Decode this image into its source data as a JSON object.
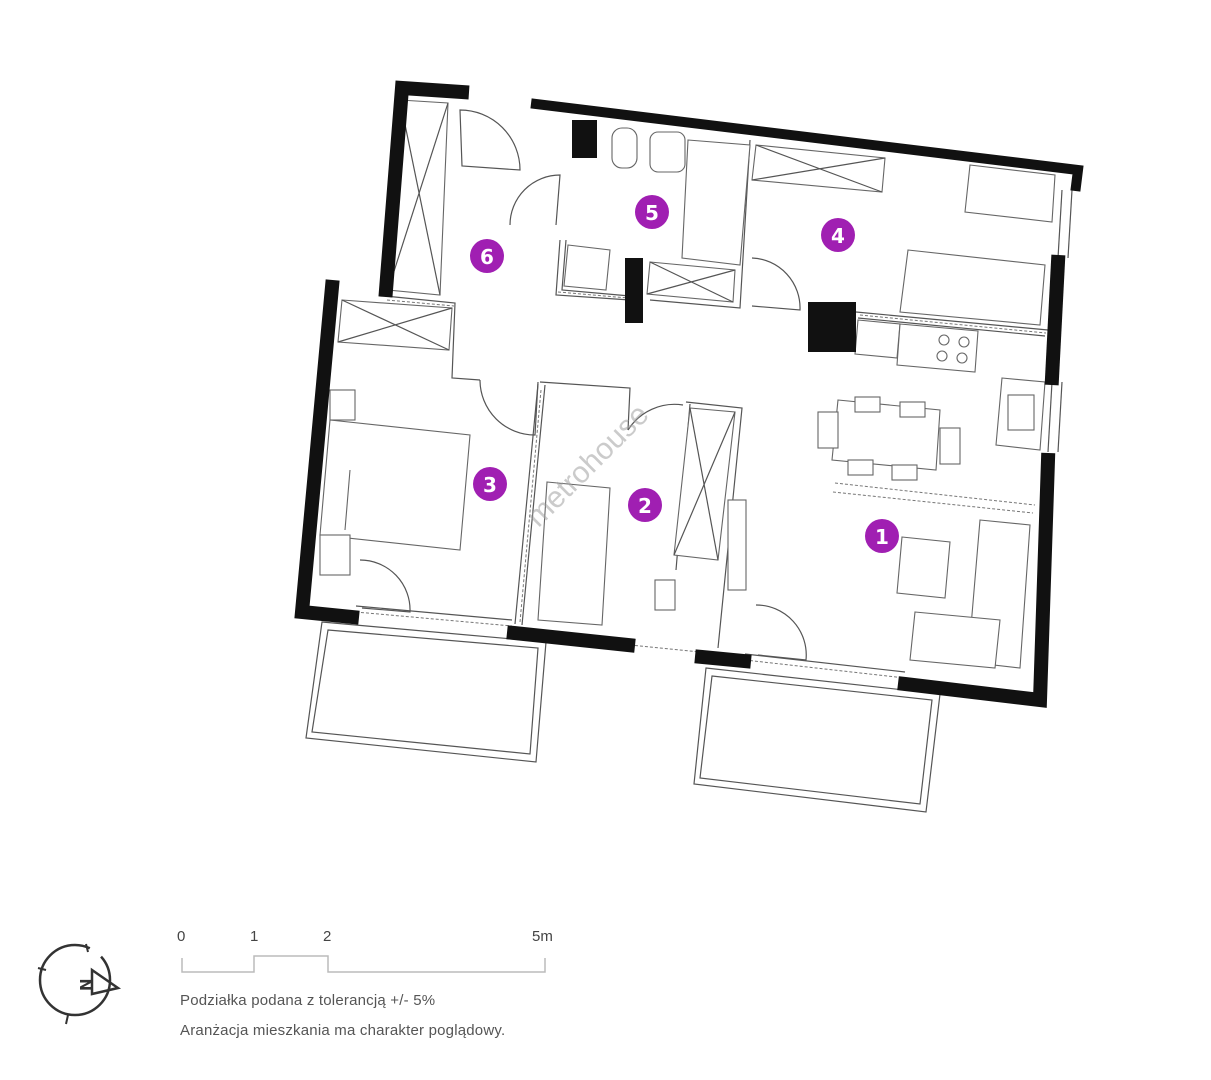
{
  "plan": {
    "rooms": [
      {
        "number": "1"
      },
      {
        "number": "2"
      },
      {
        "number": "3"
      },
      {
        "number": "4"
      },
      {
        "number": "5"
      },
      {
        "number": "6"
      }
    ],
    "accent_color": "#a01fb2",
    "watermark": "metrohouse"
  },
  "legend": {
    "compass_label": "N",
    "scale_ticks": [
      "0",
      "1",
      "2",
      "5m"
    ],
    "note_tolerance": "Podziałka podana z tolerancją +/- 5%",
    "note_arrangement": "Aranżacja mieszkania ma charakter poglądowy."
  }
}
